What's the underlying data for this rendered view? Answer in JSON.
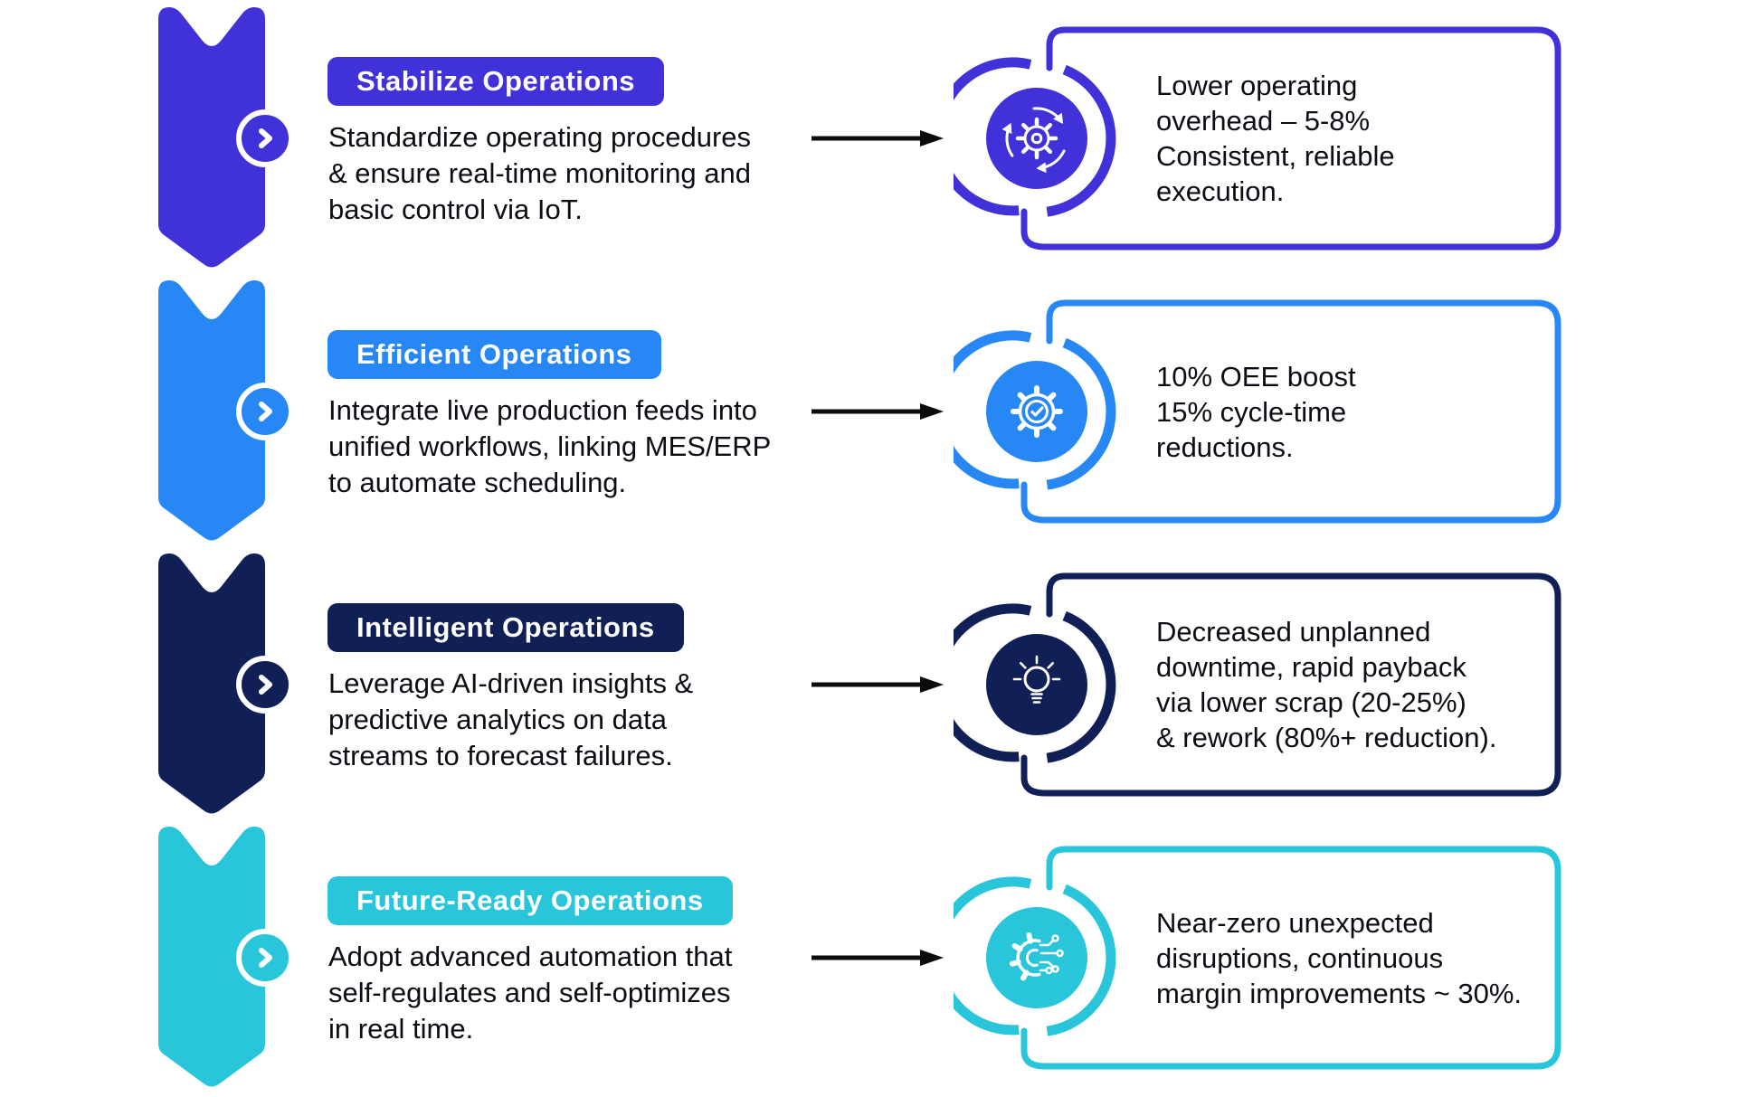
{
  "background": "#ffffff",
  "text_color": "#0c0c14",
  "arrow_color": "#0b0b0b",
  "rows": [
    {
      "id": "stabilize",
      "color": "#4131d8",
      "title": "Stabilize Operations",
      "description": "Standardize operating procedures\n& ensure real-time monitoring and\nbasic control via IoT.",
      "outcome": "Lower operating\noverhead – 5-8%\nConsistent, reliable\nexecution.",
      "icon": "process-cycle-icon"
    },
    {
      "id": "efficient",
      "color": "#2787f5",
      "title": "Efficient Operations",
      "description": "Integrate live production feeds into\nunified workflows, linking MES/ERP\nto automate scheduling.",
      "outcome": "10% OEE boost\n15% cycle-time\nreductions.",
      "icon": "gear-check-icon"
    },
    {
      "id": "intelligent",
      "color": "#101f56",
      "title": "Intelligent Operations",
      "description": "Leverage AI-driven insights &\npredictive analytics on data\nstreams to forecast failures.",
      "outcome": "Decreased unplanned\ndowntime, rapid payback\nvia lower scrap (20-25%)\n& rework (80%+ reduction).",
      "icon": "idea-bulb-icon"
    },
    {
      "id": "future-ready",
      "color": "#29c5da",
      "title": "Future-Ready Operations",
      "description": "Adopt advanced automation that\nself-regulates and self-optimizes\nin real time.",
      "outcome": "Near-zero unexpected\ndisruptions, continuous\nmargin improvements ~ 30%.",
      "icon": "ai-automation-icon"
    }
  ]
}
